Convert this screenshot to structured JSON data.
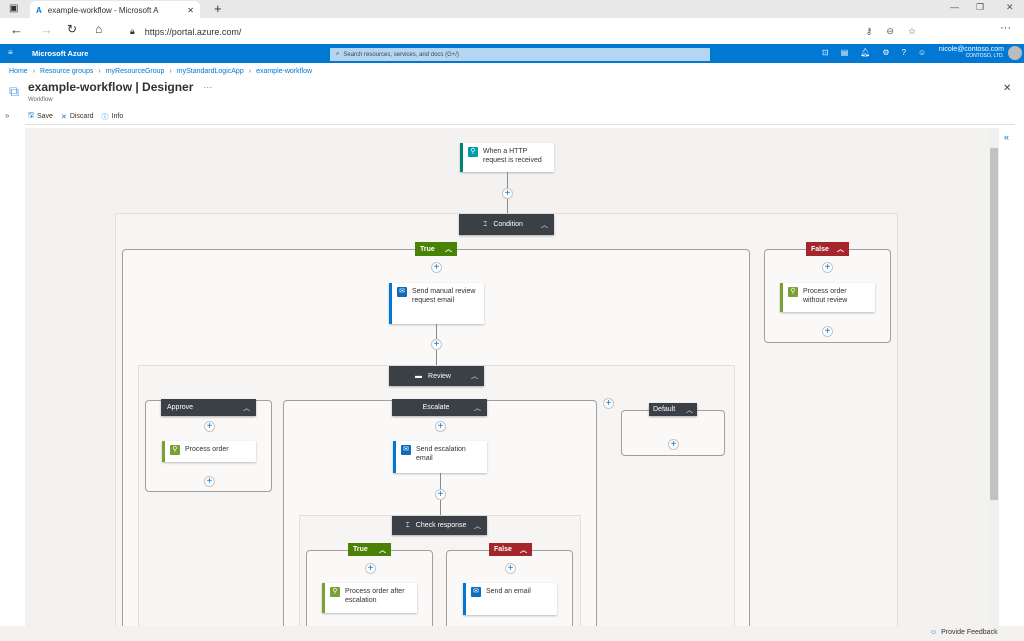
{
  "browser": {
    "tab_title": "example-workflow - Microsoft A",
    "url": "https://portal.azure.com/"
  },
  "portal": {
    "brand": "Microsoft Azure",
    "search_placeholder": "Search resources, services, and docs (G+/)",
    "user_email": "nicole@contoso.com",
    "user_org": "CONTOSO, LTD."
  },
  "breadcrumb": [
    "Home",
    "Resource groups",
    "myResourceGroup",
    "myStandardLogicApp",
    "example-workflow"
  ],
  "page": {
    "title": "example-workflow | Designer",
    "subtitle": "Workflow"
  },
  "toolbar": {
    "save": "Save",
    "discard": "Discard",
    "info": "Info"
  },
  "workflow": {
    "trigger": "When a HTTP request is received",
    "condition": "Condition",
    "true": "True",
    "false": "False",
    "send_review": "Send manual review request email",
    "process_without_review": "Process order without review",
    "review": "Review",
    "approve": "Approve",
    "process_order": "Process order",
    "escalate": "Escalate",
    "send_escalation": "Send escalation email",
    "default": "Default",
    "check_response": "Check response",
    "process_after_escalation": "Process order after escalation",
    "send_email": "Send an email"
  },
  "colors": {
    "azure": "#0078d4",
    "true": "#498205",
    "false": "#a4262c",
    "header": "#3b3f46"
  },
  "footer": {
    "feedback": "Provide Feedback"
  }
}
